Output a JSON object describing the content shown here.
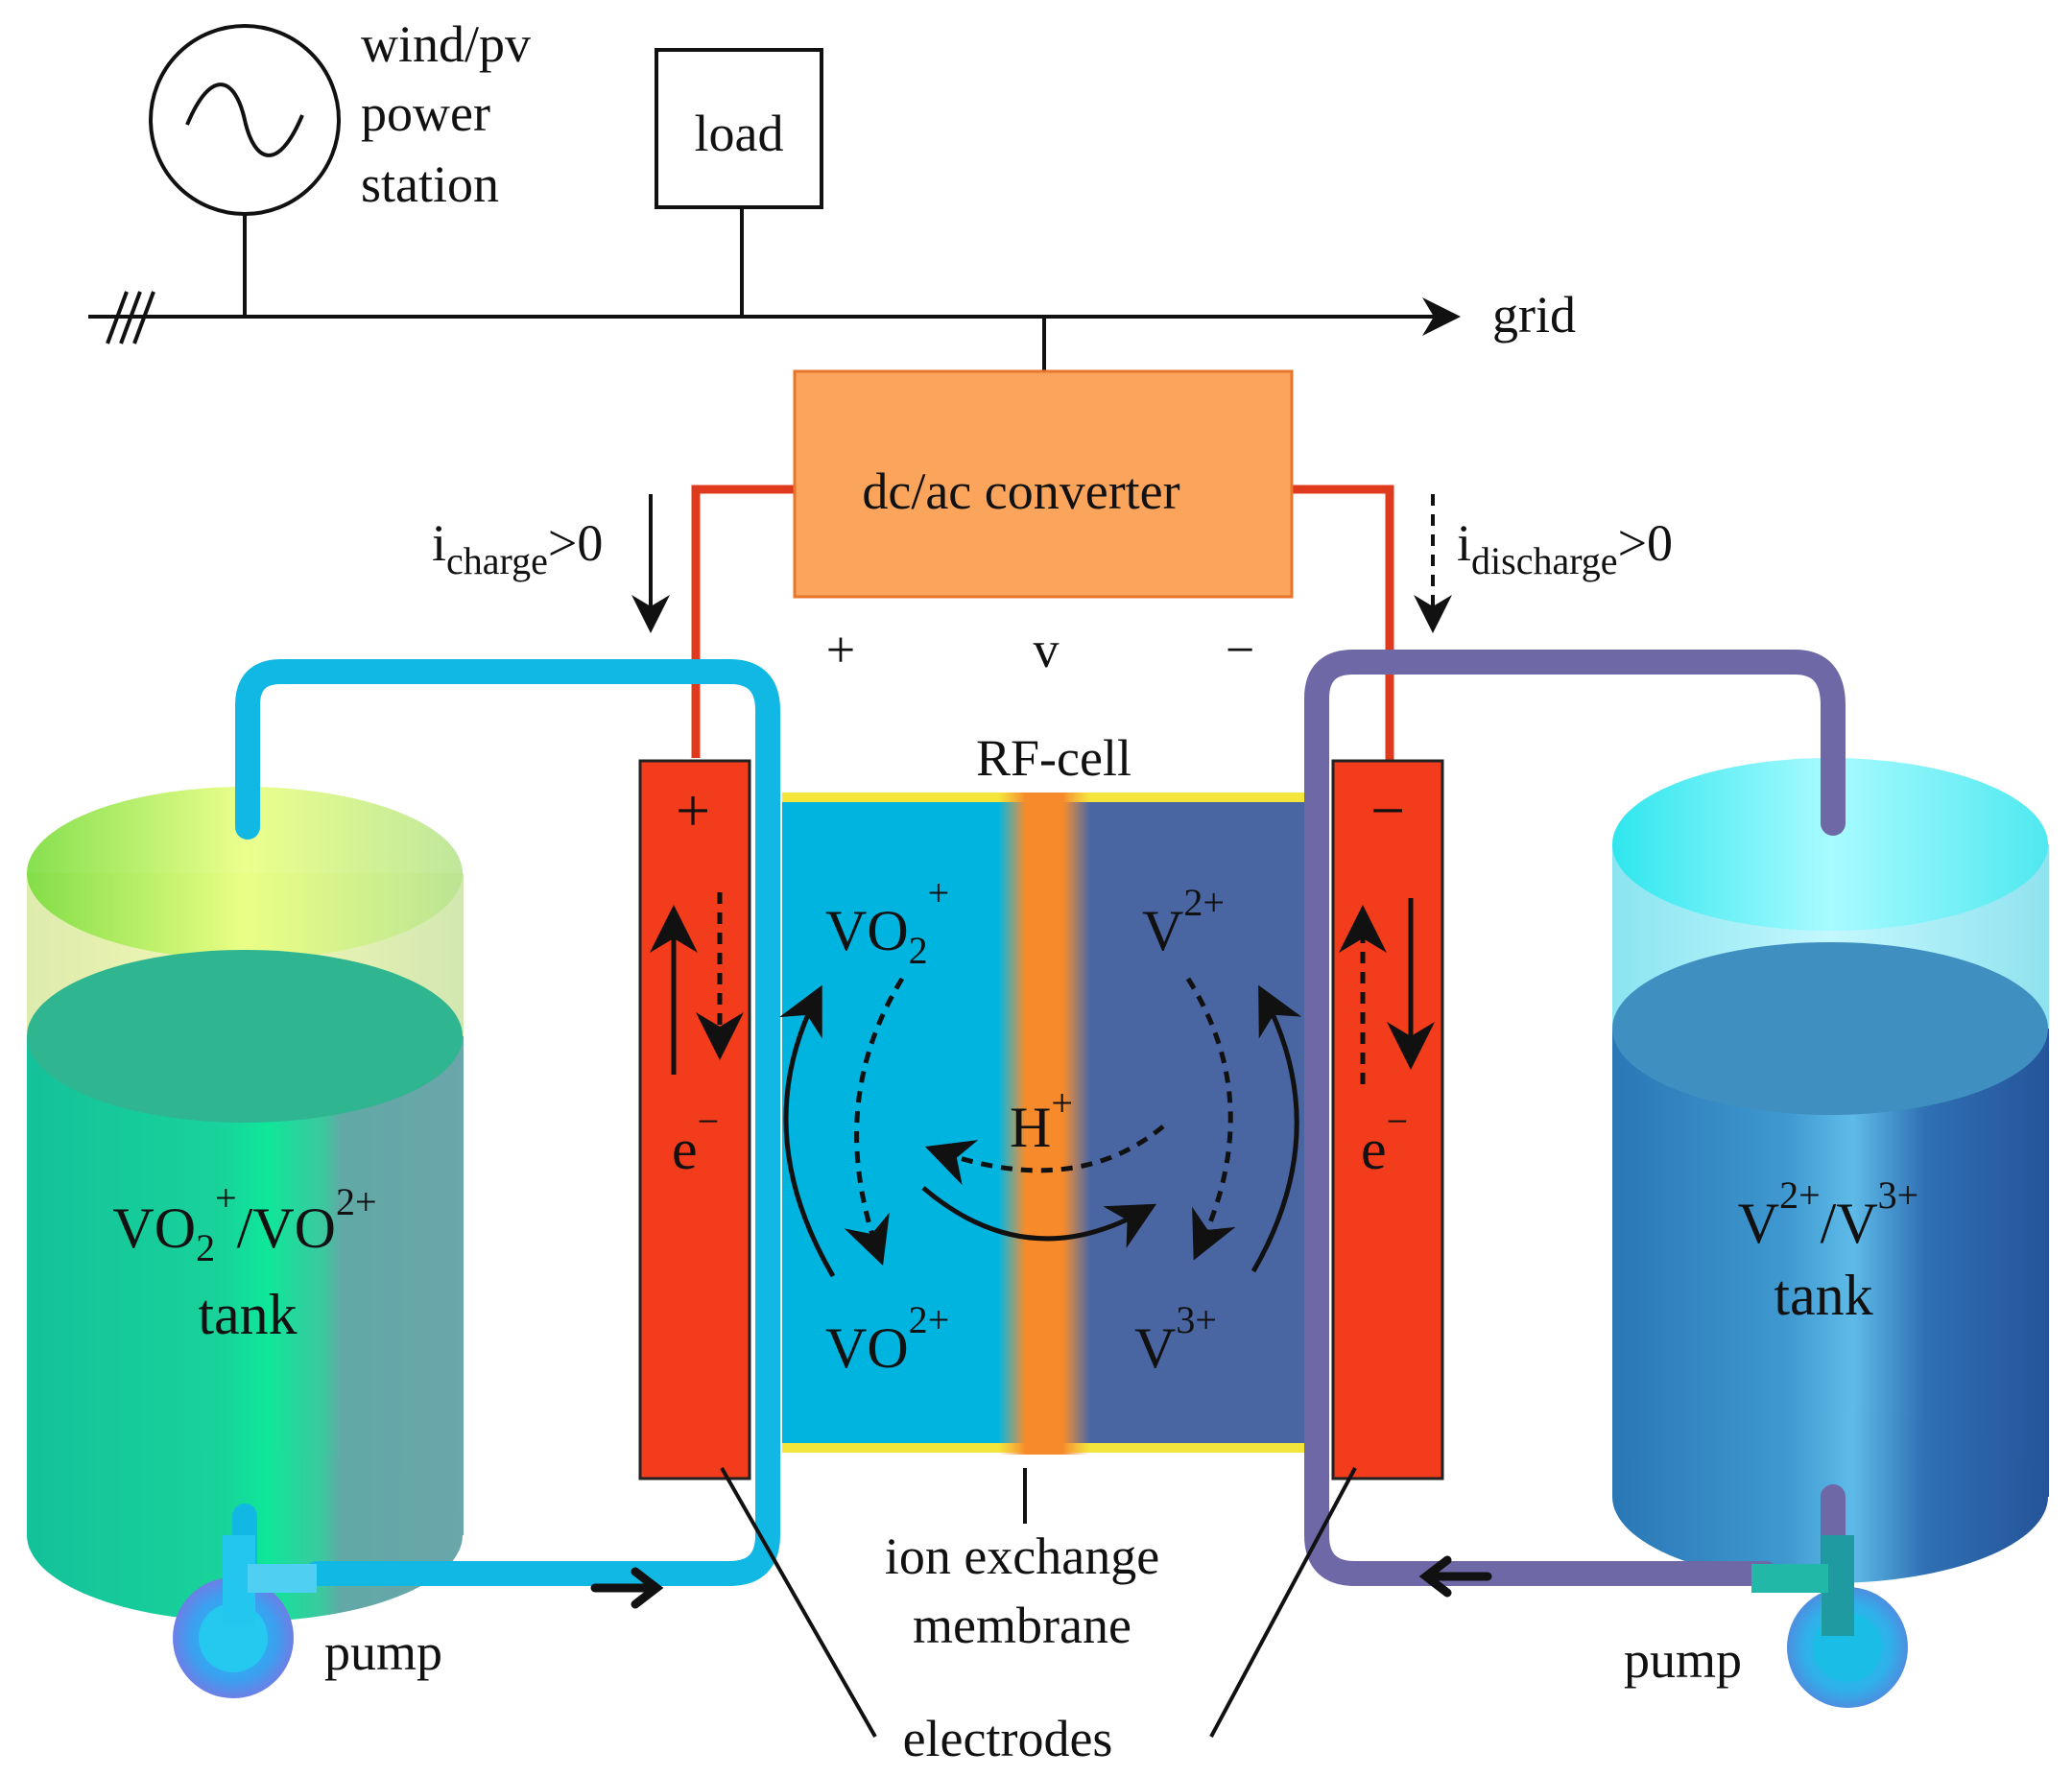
{
  "labels": {
    "source_line1": "wind/pv",
    "source_line2": "power",
    "source_line3": "station",
    "load": "load",
    "grid": "grid",
    "converter": "dc/ac converter",
    "i_charge_main": "i",
    "i_charge_sub": "charge",
    "i_charge_rel": ">0",
    "i_discharge_main": "i",
    "i_discharge_sub": "discharge",
    "i_discharge_rel": ">0",
    "plus": "+",
    "minus": "−",
    "voltage": "v",
    "rf_cell": "RF-cell",
    "electrode_plus": "+",
    "electrode_minus": "−",
    "e_left": "e",
    "e_right": "e",
    "e_sup": "−",
    "h_plus": "H",
    "h_sup": "+",
    "left_tank_line1": "VO",
    "left_tank_sub": "2",
    "left_tank_sup1": "+",
    "left_tank_mid": "/VO",
    "left_tank_sup2": "2+",
    "left_tank_line2": "tank",
    "right_tank_line1a": "V",
    "right_tank_sup1": "2+",
    "right_tank_mid": "/V",
    "right_tank_sup2": "3+",
    "right_tank_line2": "tank",
    "vo2plus_main": "VO",
    "vo2plus_sub": "2",
    "vo2plus_sup": "+",
    "vo2_main": "VO",
    "vo2_sup": "2+",
    "v2_main": "V",
    "v2_sup": "2+",
    "v3_main": "V",
    "v3_sup": "3+",
    "pump_left": "pump",
    "pump_right": "pump",
    "membrane_line1": "ion exchange",
    "membrane_line2": "membrane",
    "electrodes": "electrodes"
  },
  "colors": {
    "wire": "#e03a1e",
    "converter_fill": "#fba45c",
    "converter_stroke": "#e9742c",
    "electrode": "#f33c1c",
    "posolyte": "#00b4e0",
    "negolyte": "#4a66a2",
    "membrane": "#f78a2a",
    "pipe_left": "#12b8e4",
    "pipe_right": "#6f68a6",
    "frame_yellow": "#f4e63a",
    "left_tank_liquid": "#19d39a",
    "right_tank_liquid": "#2c74b4"
  }
}
